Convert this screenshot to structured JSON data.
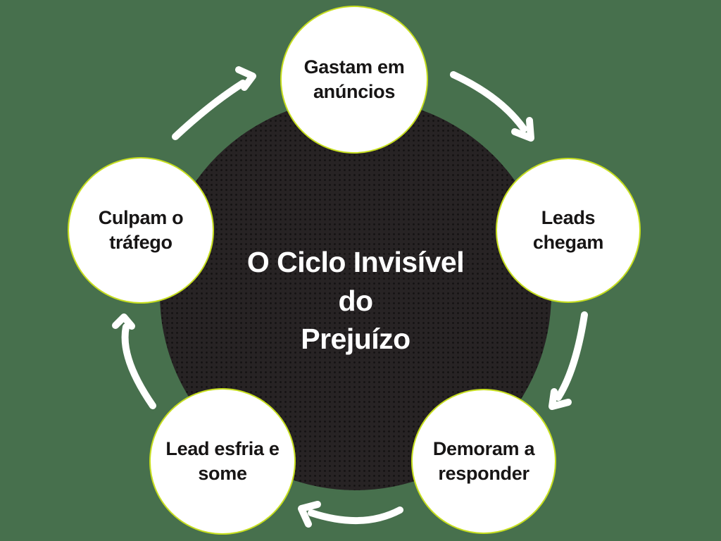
{
  "diagram": {
    "type": "cycle",
    "background_color": "#47704D",
    "center_fill_color": "#272324",
    "accent_border_color": "#C6DE1F",
    "arrow_color": "#ffffff",
    "title_color": "#ffffff",
    "node_text_color": "#171515"
  },
  "center_circle": {
    "title_line1": "O Ciclo Invisível",
    "title_line2": "do",
    "title_line3": "Prejuízo"
  },
  "nodes": [
    {
      "id": "spend-ads",
      "line1": "Gastam em",
      "line2": "anúncios"
    },
    {
      "id": "leads-arrive",
      "line1": "Leads",
      "line2": "chegam"
    },
    {
      "id": "slow-response",
      "line1": "Demoram a",
      "line2": "responder"
    },
    {
      "id": "lead-cools",
      "line1": "Lead esfria e",
      "line2": "some"
    },
    {
      "id": "blame-traffic",
      "line1": "Culpam o",
      "line2": "tráfego"
    }
  ],
  "arrows": [
    {
      "from": "Culpam o tráfego",
      "to": "Gastam em anúncios"
    },
    {
      "from": "Gastam em anúncios",
      "to": "Leads chegam"
    },
    {
      "from": "Leads chegam",
      "to": "Demoram a responder"
    },
    {
      "from": "Demoram a responder",
      "to": "Lead esfria e some"
    },
    {
      "from": "Lead esfria e some",
      "to": "Culpam o tráfego"
    }
  ]
}
